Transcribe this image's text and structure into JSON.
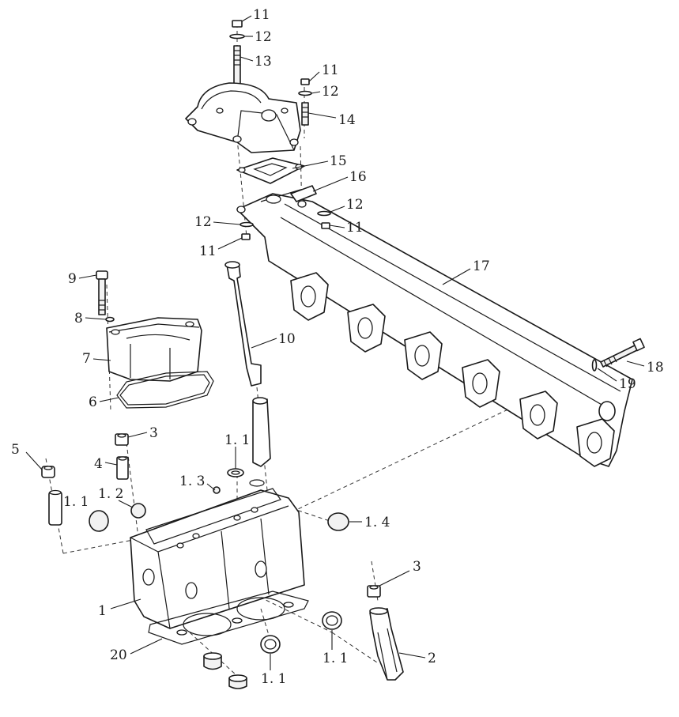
{
  "callouts": {
    "c11a": "11",
    "c12a": "12",
    "c13": "13",
    "c11b": "11",
    "c12b": "12",
    "c14": "14",
    "c15": "15",
    "c16": "16",
    "c12c": "12",
    "c11c": "11",
    "c12d": "12",
    "c11d": "11",
    "c17": "17",
    "c9": "9",
    "c8": "8",
    "c10": "10",
    "c7": "7",
    "c6": "6",
    "c18": "18",
    "c19": "19",
    "c3a": "3",
    "c5": "5",
    "c4": "4",
    "c1_1a": "1. 1",
    "c1_3": "1. 3",
    "c1_2": "1. 2",
    "c1_1b": "1. 1",
    "c1_4": "1. 4",
    "c3b": "3",
    "c1": "1",
    "c2": "2",
    "c20": "20",
    "c1_1c": "1. 1",
    "c1_1d": "1. 1"
  }
}
